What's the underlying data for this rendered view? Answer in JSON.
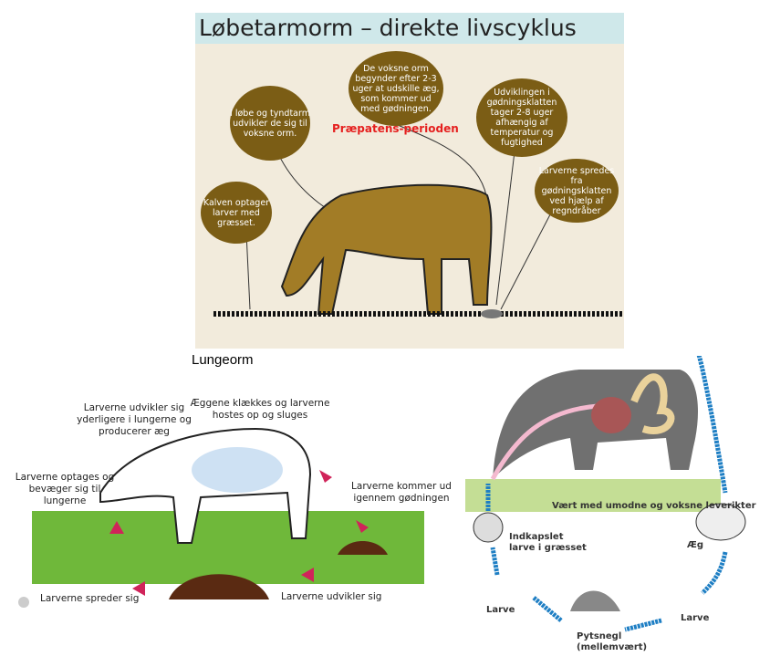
{
  "top": {
    "title": "Løbetarmorm – direkte livscyklus",
    "highlight": "Præpatens-perioden",
    "bubbles": [
      "Kalven optager larver med græsset.",
      "I løbe og tyndtarm udvikler de sig til voksne orm.",
      "De voksne orm begynder efter 2-3 uger at udskille æg, som kommer ud med gødningen.",
      "Udviklingen i gødningsklatten tager 2-8 uger afhængig af temperatur og fugtighed",
      "Larverne spredes fra gødningsklatten ved hjælp af regndråber"
    ]
  },
  "lung": {
    "title": "Lungeorm",
    "labels": [
      "Larverne udvikler sig yderligere i lungerne og producerer æg",
      "Æggene klækkes og larverne hostes op og sluges",
      "Larverne optages og bevæger sig til lungerne",
      "Larverne kommer ud igennem gødningen",
      "Larverne spreder sig",
      "Larverne udvikler sig"
    ]
  },
  "liver": {
    "labels": [
      "Vært med umodne og voksne leverikter",
      "Indkapslet larve i græsset",
      "Æg",
      "Larve",
      "Larve",
      "Pytsnegl (mellemvært)"
    ]
  },
  "colors": {
    "bubble": "#7b5d15",
    "arrow_red": "#d0245a",
    "arrow_blue": "#1f7fc4"
  }
}
